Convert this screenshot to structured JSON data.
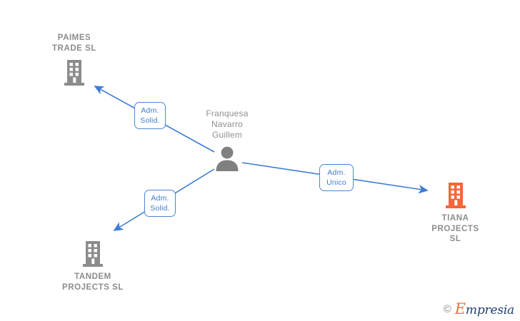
{
  "diagram": {
    "type": "org-relationship-chart",
    "background": "#ffffff",
    "accent_line_color": "#3d7cd4",
    "entity_gray": "#8c8c8c",
    "entity_orange": "#f4663a",
    "chip_border_color": "#4a86d6",
    "chip_text_color": "#3f7bcc"
  },
  "person": {
    "name": "Franquesa\nNavarro\nGuillem",
    "icon": "person-icon"
  },
  "companies": [
    {
      "id": "paimes",
      "name": "PAIMES\nTRADE  SL",
      "icon": "building-icon",
      "color": "#8c8c8c",
      "highlighted": false
    },
    {
      "id": "tandem",
      "name": "TANDEM\nPROJECTS  SL",
      "icon": "building-icon",
      "color": "#8c8c8c",
      "highlighted": false
    },
    {
      "id": "tiana",
      "name": "TIANA\nPROJECTS\nSL",
      "icon": "building-icon",
      "color": "#f4663a",
      "highlighted": true
    }
  ],
  "relations": [
    {
      "id": "rel-paimes",
      "label": "Adm.\nSolid.",
      "from": "person",
      "to": "paimes"
    },
    {
      "id": "rel-tandem",
      "label": "Adm.\nSolid.",
      "from": "person",
      "to": "tandem"
    },
    {
      "id": "rel-tiana",
      "label": "Adm.\nUnico",
      "from": "person",
      "to": "tiana"
    }
  ],
  "watermark": {
    "copyright": "©",
    "brand_cap": "E",
    "brand_rest": "mpresia"
  }
}
